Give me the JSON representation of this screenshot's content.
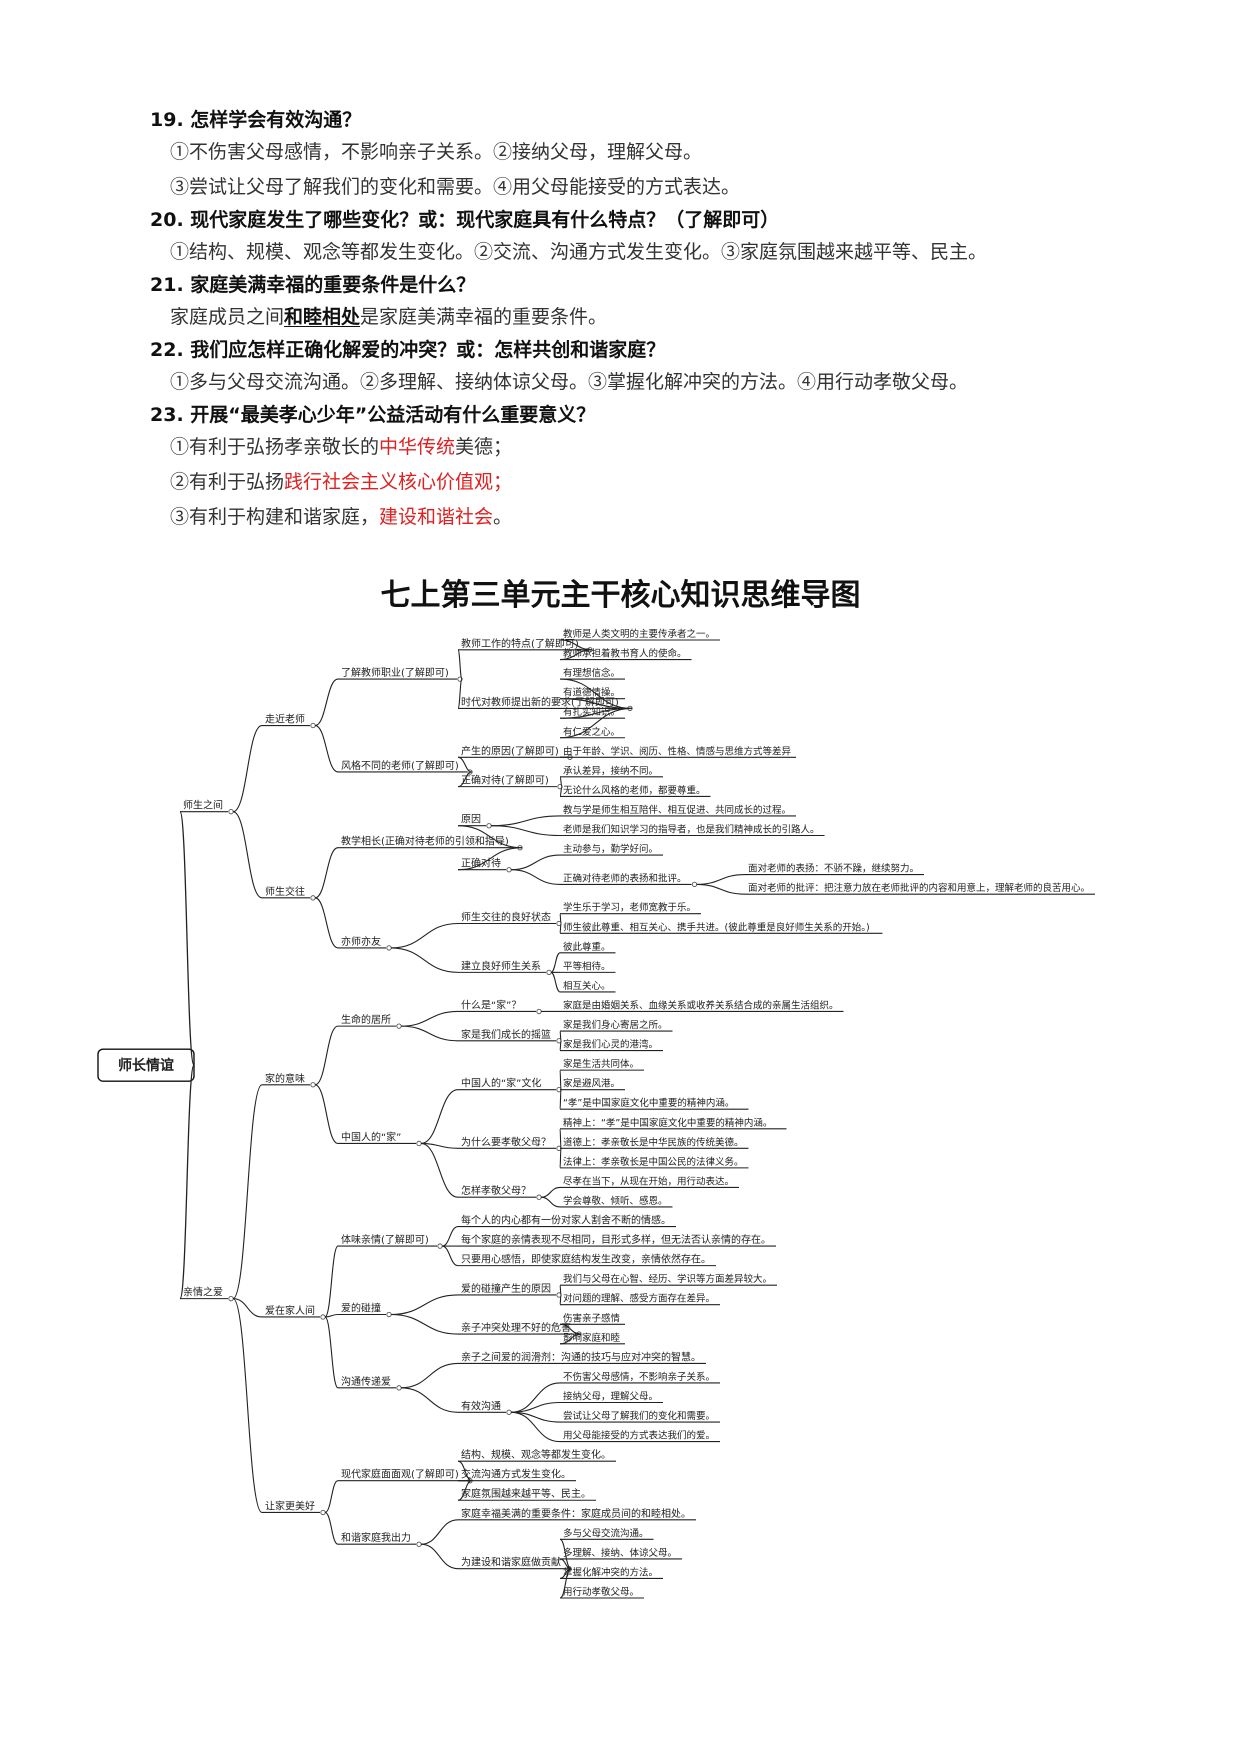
{
  "questions": [
    {
      "q": "19. 怎样学会有效沟通？",
      "lines": [
        [
          {
            "t": "①不伤害父母感情，不影响亲子关系。②接纳父母，理解父母。"
          }
        ],
        [
          {
            "t": "③尝试让父母了解我们的变化和需要。④用父母能接受的方式表达。"
          }
        ]
      ]
    },
    {
      "q": "20. 现代家庭发生了哪些变化？或：现代家庭具有什么特点？（了解即可）",
      "lines": [
        [
          {
            "t": "①结构、规模、观念等都发生变化。②交流、沟通方式发生变化。③家庭氛围越来越平等、民主。"
          }
        ]
      ]
    },
    {
      "q": "21. 家庭美满幸福的重要条件是什么？",
      "lines": [
        [
          {
            "t": "家庭成员之间"
          },
          {
            "t": "和睦相处",
            "s": "ul"
          },
          {
            "t": "是家庭美满幸福的重要条件。"
          }
        ]
      ]
    },
    {
      "q": "22. 我们应怎样正确化解爱的冲突？或：怎样共创和谐家庭？",
      "lines": [
        [
          {
            "t": "①多与父母交流沟通。②多理解、接纳体谅父母。③掌握化解冲突的方法。④用行动孝敬父母。"
          }
        ]
      ]
    },
    {
      "q": "23. 开展“最美孝心少年”公益活动有什么重要意义？",
      "lines": [
        [
          {
            "t": "①有利于弘扬孝亲敬长的"
          },
          {
            "t": "中华传统",
            "s": "red"
          },
          {
            "t": "美德；"
          }
        ],
        [
          {
            "t": "②有利于弘扬"
          },
          {
            "t": "践行社会主义核心价值观；",
            "s": "red"
          }
        ],
        [
          {
            "t": "③有利于构建和谐家庭，"
          },
          {
            "t": "建设和谐社会",
            "s": "red"
          },
          {
            "t": "。"
          }
        ]
      ]
    }
  ],
  "mindmap": {
    "title": "七上第三单元主干核心知识思维导图",
    "root": "师长情谊",
    "tree": [
      {
        "t": "师生之间",
        "c": [
          {
            "t": "走近老师",
            "c": [
              {
                "t": "了解教师职业(了解即可)",
                "c": [
                  {
                    "t": "教师工作的特点(了解即可)",
                    "c": [
                      {
                        "t": "教师是人类文明的主要传承者之一。"
                      },
                      {
                        "t": "教师承担着教书育人的使命。"
                      }
                    ]
                  },
                  {
                    "t": "时代对教师提出新的要求(了解即可)",
                    "c": [
                      {
                        "t": "有理想信念。"
                      },
                      {
                        "t": "有道德情操。"
                      },
                      {
                        "t": "有扎实知识。"
                      },
                      {
                        "t": "有仁爱之心。"
                      }
                    ]
                  }
                ]
              },
              {
                "t": "风格不同的老师(了解即可)",
                "c": [
                  {
                    "t": "产生的原因(了解即可)",
                    "c": [
                      {
                        "t": "由于年龄、学识、阅历、性格、情感与思维方式等差异"
                      }
                    ]
                  },
                  {
                    "t": "正确对待(了解即可)",
                    "c": [
                      {
                        "t": "承认差异，接纳不同。"
                      },
                      {
                        "t": "无论什么风格的老师，都要尊重。"
                      }
                    ]
                  }
                ]
              }
            ]
          },
          {
            "t": "师生交往",
            "c": [
              {
                "t": "教学相长(正确对待老师的引领和指导)",
                "c": [
                  {
                    "t": "原因",
                    "c": [
                      {
                        "t": "教与学是师生相互陪伴、相互促进、共同成长的过程。"
                      },
                      {
                        "t": "老师是我们知识学习的指导者，也是我们精神成长的引路人。"
                      }
                    ]
                  },
                  {
                    "t": "正确对待",
                    "c": [
                      {
                        "t": "主动参与，勤学好问。"
                      },
                      {
                        "t": "正确对待老师的表扬和批评。",
                        "c": [
                          {
                            "t": "面对老师的表扬：不骄不躁，继续努力。"
                          },
                          {
                            "t": "面对老师的批评：把注意力放在老师批评的内容和用意上，理解老师的良苦用心。"
                          }
                        ]
                      }
                    ]
                  }
                ]
              },
              {
                "t": "亦师亦友",
                "c": [
                  {
                    "t": "师生交往的良好状态",
                    "c": [
                      {
                        "t": "学生乐于学习，老师宽教于乐。"
                      },
                      {
                        "t": "师生彼此尊重、相互关心、携手共进。(彼此尊重是良好师生关系的开始。)"
                      }
                    ]
                  },
                  {
                    "t": "建立良好师生关系",
                    "c": [
                      {
                        "t": "彼此尊重。"
                      },
                      {
                        "t": "平等相待。"
                      },
                      {
                        "t": "相互关心。"
                      }
                    ]
                  }
                ]
              }
            ]
          }
        ]
      },
      {
        "t": "亲情之爱",
        "c": [
          {
            "t": "家的意味",
            "c": [
              {
                "t": "生命的居所",
                "c": [
                  {
                    "t": "什么是“家”？",
                    "c": [
                      {
                        "t": "家庭是由婚姻关系、血缘关系或收养关系结合成的亲属生活组织。"
                      }
                    ]
                  },
                  {
                    "t": "家是我们成长的摇篮",
                    "c": [
                      {
                        "t": "家是我们身心寄居之所。"
                      },
                      {
                        "t": "家是我们心灵的港湾。"
                      }
                    ]
                  }
                ]
              },
              {
                "t": "中国人的“家”",
                "c": [
                  {
                    "t": "中国人的“家”文化",
                    "c": [
                      {
                        "t": "家是生活共同体。"
                      },
                      {
                        "t": "家是避风港。"
                      },
                      {
                        "t": "“孝”是中国家庭文化中重要的精神内涵。"
                      }
                    ]
                  },
                  {
                    "t": "为什么要孝敬父母？",
                    "c": [
                      {
                        "t": "精神上：“孝”是中国家庭文化中重要的精神内涵。"
                      },
                      {
                        "t": "道德上：孝亲敬长是中华民族的传统美德。"
                      },
                      {
                        "t": "法律上：孝亲敬长是中国公民的法律义务。"
                      }
                    ]
                  },
                  {
                    "t": "怎样孝敬父母？",
                    "c": [
                      {
                        "t": "尽孝在当下，从现在开始，用行动表达。"
                      },
                      {
                        "t": "学会尊敬、倾听、感恩。"
                      }
                    ]
                  }
                ]
              }
            ]
          },
          {
            "t": "爱在家人间",
            "c": [
              {
                "t": "体味亲情(了解即可)",
                "c": [
                  {
                    "t": "每个人的内心都有一份对家人割舍不断的情感。"
                  },
                  {
                    "t": "每个家庭的亲情表现不尽相同，目形式多样，但无法否认亲情的存在。"
                  },
                  {
                    "t": "只要用心感悟，即使家庭结构发生改变，亲情依然存在。"
                  }
                ]
              },
              {
                "t": "爱的碰撞",
                "c": [
                  {
                    "t": "爱的碰撞产生的原因",
                    "c": [
                      {
                        "t": "我们与父母在心智、经历、学识等方面差异较大。"
                      },
                      {
                        "t": "对问题的理解、感受方面存在差异。"
                      }
                    ]
                  },
                  {
                    "t": "亲子冲突处理不好的危害",
                    "c": [
                      {
                        "t": "伤害亲子感情"
                      },
                      {
                        "t": "影响家庭和睦"
                      }
                    ]
                  }
                ]
              },
              {
                "t": "沟通传递爱",
                "c": [
                  {
                    "t": "亲子之间爱的润滑剂：沟通的技巧与应对冲突的智慧。"
                  },
                  {
                    "t": "有效沟通",
                    "c": [
                      {
                        "t": "不伤害父母感情，不影响亲子关系。"
                      },
                      {
                        "t": "接纳父母，理解父母。"
                      },
                      {
                        "t": "尝试让父母了解我们的变化和需要。"
                      },
                      {
                        "t": "用父母能接受的方式表达我们的爱。"
                      }
                    ]
                  }
                ]
              }
            ]
          },
          {
            "t": "让家更美好",
            "c": [
              {
                "t": "现代家庭面面观(了解即可)",
                "c": [
                  {
                    "t": "结构、规模、观念等都发生变化。"
                  },
                  {
                    "t": "交流沟通方式发生变化。"
                  },
                  {
                    "t": "家庭氛围越来越平等、民主。"
                  }
                ]
              },
              {
                "t": "和谐家庭我出力",
                "c": [
                  {
                    "t": "家庭幸福美满的重要条件：家庭成员间的和睦相处。"
                  },
                  {
                    "t": "为建设和谐家庭做贡献",
                    "c": [
                      {
                        "t": "多与父母交流沟通。"
                      },
                      {
                        "t": "多理解、接纳、体谅父母。"
                      },
                      {
                        "t": "掌握化解冲突的方法。"
                      },
                      {
                        "t": "用行动孝敬父母。"
                      }
                    ]
                  }
                ]
              }
            ]
          }
        ]
      }
    ]
  }
}
